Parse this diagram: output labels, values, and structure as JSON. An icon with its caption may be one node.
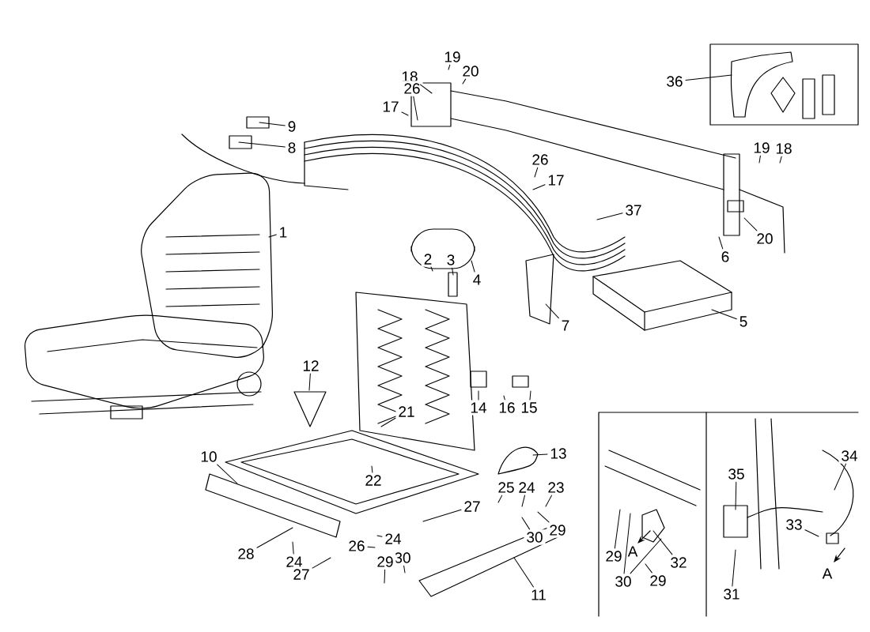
{
  "diagram": {
    "nodes": [
      {
        "text": [
          "19"
        ]
      },
      {
        "text": [
          "20"
        ]
      },
      {
        "text": [
          "18"
        ]
      },
      {
        "text": [
          "36"
        ]
      },
      {
        "text": [
          "26"
        ]
      },
      {
        "text": [
          "17"
        ]
      },
      {
        "text": [
          "9"
        ]
      },
      {
        "text": [
          "8"
        ]
      },
      {
        "text": [
          "19"
        ]
      },
      {
        "text": [
          "18"
        ]
      },
      {
        "text": [
          "26"
        ]
      },
      {
        "text": [
          "17"
        ]
      },
      {
        "text": [
          "37"
        ]
      },
      {
        "text": [
          "1"
        ]
      },
      {
        "text": [
          "20"
        ]
      },
      {
        "text": [
          "6"
        ]
      },
      {
        "text": [
          "2"
        ]
      },
      {
        "text": [
          "3"
        ]
      },
      {
        "text": [
          "4"
        ]
      },
      {
        "text": [
          "5"
        ]
      },
      {
        "text": [
          "7"
        ]
      },
      {
        "text": [
          "12"
        ]
      },
      {
        "text": [
          "14"
        ]
      },
      {
        "text": [
          "16"
        ]
      },
      {
        "text": [
          "15"
        ]
      },
      {
        "text": [
          "21"
        ]
      },
      {
        "text": [
          "13"
        ]
      },
      {
        "text": [
          "34"
        ]
      },
      {
        "text": [
          "10"
        ]
      },
      {
        "text": [
          "35"
        ]
      },
      {
        "text": [
          "22"
        ]
      },
      {
        "text": [
          "25"
        ]
      },
      {
        "text": [
          "24"
        ]
      },
      {
        "text": [
          "23"
        ]
      },
      {
        "text": [
          "27"
        ]
      },
      {
        "text": [
          "29"
        ]
      },
      {
        "text": [
          "33"
        ]
      },
      {
        "text": [
          "30"
        ]
      },
      {
        "text": [
          "24"
        ]
      },
      {
        "text": [
          "26"
        ]
      },
      {
        "text": [
          "28"
        ]
      },
      {
        "text": [
          "29"
        ]
      },
      {
        "text": [
          "30"
        ]
      },
      {
        "text": [
          "24"
        ]
      },
      {
        "text": [
          "29"
        ]
      },
      {
        "text": [
          "32"
        ]
      },
      {
        "text": [
          "27"
        ]
      },
      {
        "text": [
          "29"
        ]
      },
      {
        "text": [
          "30"
        ]
      },
      {
        "text": [
          "31"
        ]
      },
      {
        "text": [
          "11"
        ]
      }
    ],
    "edges": [
      {
        "from": 0,
        "to": null,
        "arrow": "none"
      },
      {
        "from": 1,
        "to": null,
        "arrow": "none"
      },
      {
        "from": 2,
        "to": null,
        "arrow": "none"
      },
      {
        "from": 3,
        "to": null,
        "arrow": "none"
      },
      {
        "from": 4,
        "to": null,
        "arrow": "none"
      },
      {
        "from": 5,
        "to": null,
        "arrow": "none"
      },
      {
        "from": 6,
        "to": null,
        "arrow": "none"
      },
      {
        "from": 7,
        "to": null,
        "arrow": "none"
      },
      {
        "from": 8,
        "to": null,
        "arrow": "none"
      },
      {
        "from": 9,
        "to": null,
        "arrow": "none"
      },
      {
        "from": 10,
        "to": null,
        "arrow": "none"
      },
      {
        "from": 11,
        "to": null,
        "arrow": "none"
      },
      {
        "from": 12,
        "to": null,
        "arrow": "none"
      },
      {
        "from": 13,
        "to": null,
        "arrow": "none"
      },
      {
        "from": 14,
        "to": null,
        "arrow": "none"
      },
      {
        "from": 15,
        "to": null,
        "arrow": "none"
      },
      {
        "from": 16,
        "to": null,
        "arrow": "none"
      },
      {
        "from": 17,
        "to": null,
        "arrow": "none"
      },
      {
        "from": 18,
        "to": null,
        "arrow": "none"
      },
      {
        "from": 19,
        "to": null,
        "arrow": "none"
      },
      {
        "from": 20,
        "to": null,
        "arrow": "none"
      },
      {
        "from": 21,
        "to": null,
        "arrow": "none"
      },
      {
        "from": 22,
        "to": null,
        "arrow": "none"
      },
      {
        "from": 23,
        "to": null,
        "arrow": "none"
      },
      {
        "from": 24,
        "to": null,
        "arrow": "none"
      },
      {
        "from": 25,
        "to": null,
        "arrow": "none"
      },
      {
        "from": 26,
        "to": null,
        "arrow": "none"
      },
      {
        "from": 27,
        "to": null,
        "arrow": "none"
      },
      {
        "from": 28,
        "to": null,
        "arrow": "none"
      },
      {
        "from": 29,
        "to": null,
        "arrow": "none"
      },
      {
        "from": 30,
        "to": null,
        "arrow": "none"
      },
      {
        "from": 31,
        "to": null,
        "arrow": "none"
      },
      {
        "from": 32,
        "to": null,
        "arrow": "none"
      },
      {
        "from": 33,
        "to": null,
        "arrow": "none"
      },
      {
        "from": 34,
        "to": null,
        "arrow": "none"
      },
      {
        "from": 35,
        "to": null,
        "arrow": "none"
      },
      {
        "from": 36,
        "to": null,
        "arrow": "none"
      },
      {
        "from": 37,
        "to": null,
        "arrow": "none"
      },
      {
        "from": 38,
        "to": null,
        "arrow": "none"
      },
      {
        "from": 39,
        "to": null,
        "arrow": "none"
      },
      {
        "from": 40,
        "to": null,
        "arrow": "none"
      },
      {
        "from": 41,
        "to": null,
        "arrow": "none"
      },
      {
        "from": 42,
        "to": null,
        "arrow": "none"
      },
      {
        "from": 43,
        "to": null,
        "arrow": "none"
      },
      {
        "from": 44,
        "to": null,
        "arrow": "none"
      },
      {
        "from": 45,
        "to": null,
        "arrow": "none"
      },
      {
        "from": 46,
        "to": null,
        "arrow": "none"
      },
      {
        "from": 47,
        "to": null,
        "arrow": "none"
      },
      {
        "from": 48,
        "to": null,
        "arrow": "none"
      },
      {
        "from": 48,
        "to": null,
        "arrow": "none"
      },
      {
        "from": 49,
        "to": null,
        "arrow": "none"
      },
      {
        "from": 50,
        "to": null,
        "arrow": "none"
      }
    ],
    "labels": [
      "A",
      "A"
    ]
  }
}
